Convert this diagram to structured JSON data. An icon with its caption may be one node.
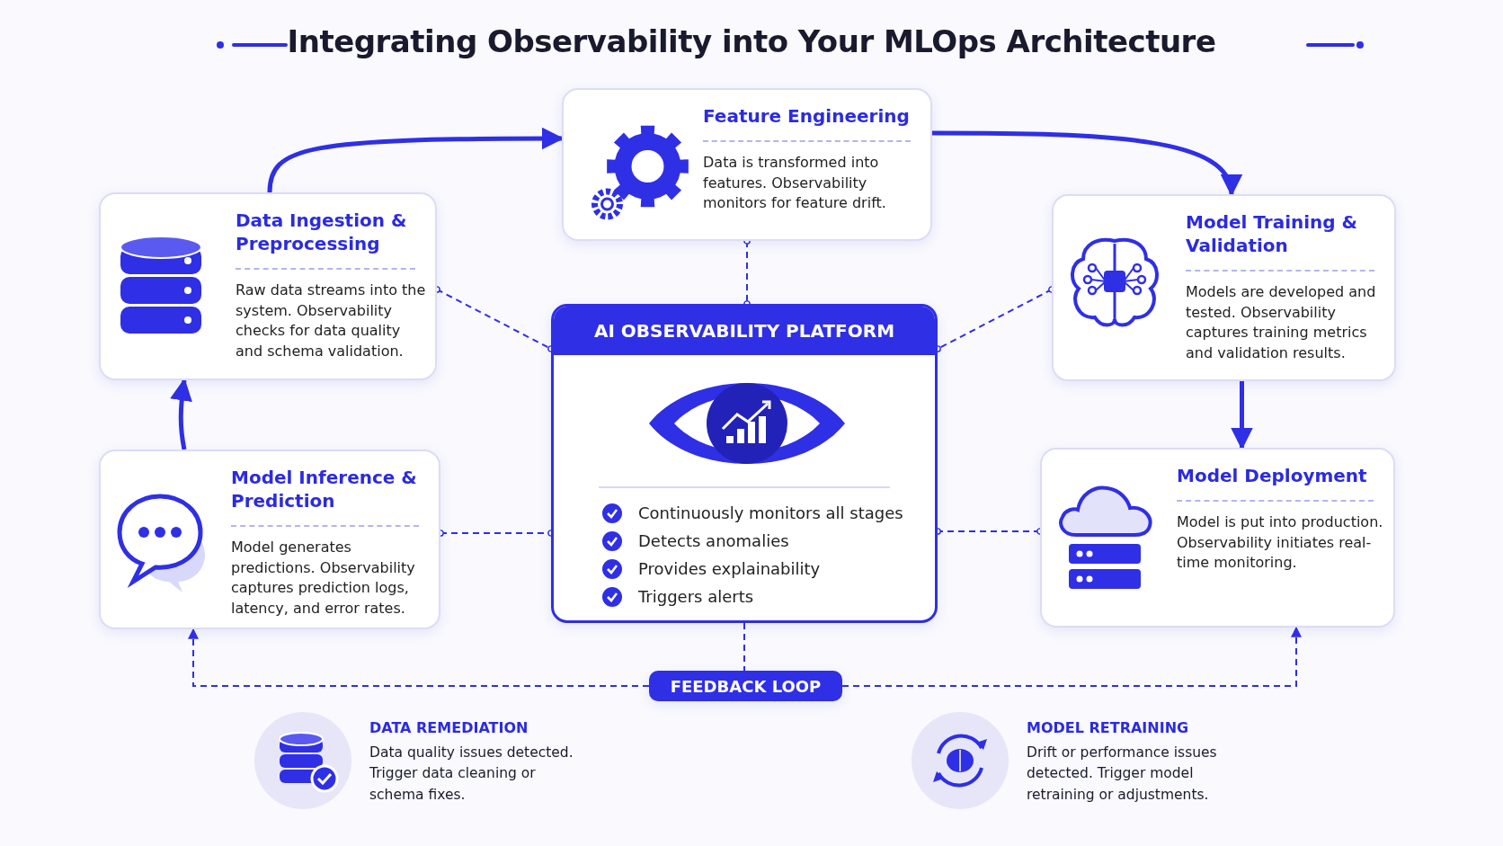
{
  "diagram": {
    "title": "Integrating Observability into Your MLOps Architecture",
    "nodes": [
      {
        "text": [
          "Feature Engineering",
          "Data is transformed into features. Observability monitors for feature drift."
        ]
      },
      {
        "text": [
          "Data Ingestion & Preprocessing",
          "Raw data streams into the system. Observability checks for data quality and schema validation."
        ]
      },
      {
        "text": [
          "Model Training & Validation",
          "Models are developed and tested. Observability captures training metrics and validation results."
        ]
      },
      {
        "text": [
          "AI OBSERVABILITY PLATFORM",
          "Continuously monitors all stages",
          "Detects anomalies",
          "Provides explainability",
          "Triggers alerts"
        ]
      },
      {
        "text": [
          "Model Inference & Prediction",
          "Model generates predictions. Observability captures prediction logs, latency, and error rates."
        ]
      },
      {
        "text": [
          "Model Deployment",
          "Model is put into production. Observability initiates real-time monitoring."
        ]
      },
      {
        "text": [
          "FEEDBACK LOOP"
        ]
      }
    ],
    "edges": [
      {
        "from": 1,
        "to": 0,
        "arrow": "to",
        "style": "thick"
      },
      {
        "from": 0,
        "to": 2,
        "arrow": "to",
        "style": "thick"
      },
      {
        "from": 2,
        "to": 5,
        "arrow": "to",
        "style": "thick"
      },
      {
        "from": 4,
        "to": 1,
        "arrow": "to",
        "style": "thick"
      },
      {
        "from": 1,
        "to": 3,
        "arrow": "other",
        "style": "dashed"
      },
      {
        "from": 0,
        "to": 3,
        "arrow": "other",
        "style": "dashed"
      },
      {
        "from": 2,
        "to": 3,
        "arrow": "other",
        "style": "dashed"
      },
      {
        "from": 4,
        "to": 3,
        "arrow": "other",
        "style": "dashed"
      },
      {
        "from": 5,
        "to": 3,
        "arrow": "other",
        "style": "dashed"
      },
      {
        "from": 3,
        "to": 6,
        "arrow": "none",
        "style": "dashed"
      },
      {
        "from": 6,
        "to": 4,
        "arrow": "to",
        "style": "dashed"
      },
      {
        "from": 6,
        "to": 5,
        "arrow": "to",
        "style": "dashed"
      }
    ],
    "labels": [
      "DATA REMEDIATION",
      "Data quality issues detected. Trigger data cleaning or schema fixes.",
      "MODEL RETRAINING",
      "Drift or performance issues detected. Trigger model retraining or adjustments."
    ]
  }
}
